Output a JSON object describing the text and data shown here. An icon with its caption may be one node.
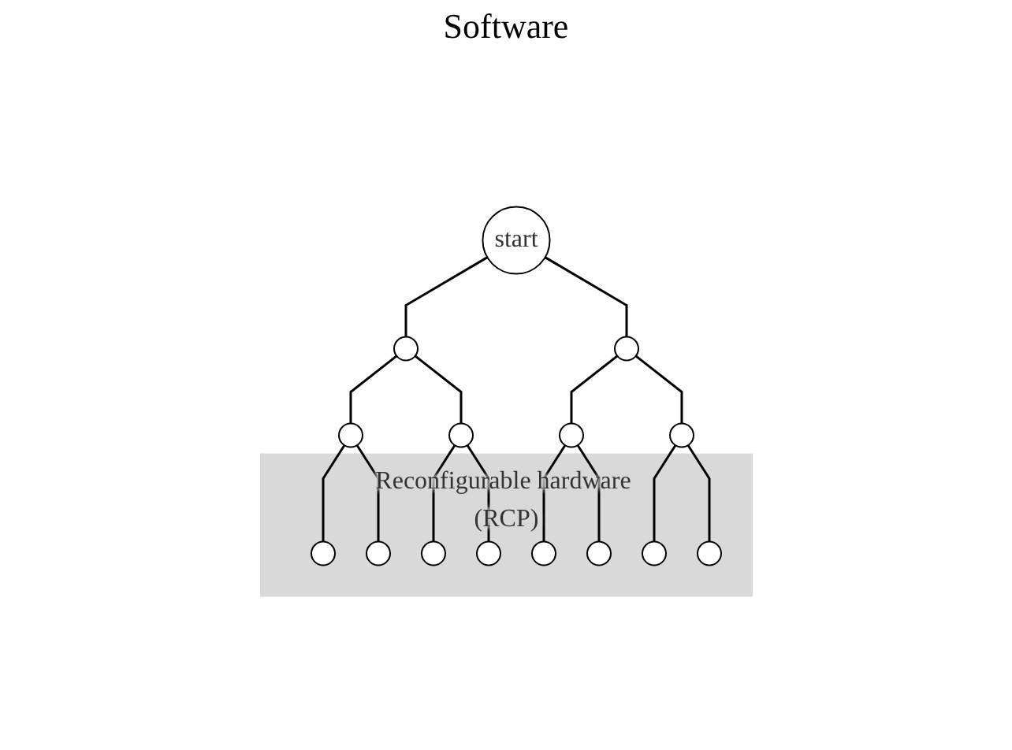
{
  "diagram": {
    "nodes": [
      {
        "text": [
          "start"
        ]
      },
      {
        "text": [],
        "shape": "circle"
      },
      {
        "text": [],
        "shape": "circle"
      },
      {
        "text": [],
        "shape": "circle"
      },
      {
        "text": [],
        "shape": "circle"
      },
      {
        "text": [],
        "shape": "circle"
      },
      {
        "text": [],
        "shape": "circle"
      },
      {
        "text": [
          "Reconfigurable hardware (RCP)"
        ]
      },
      {
        "text": [],
        "shape": "circle",
        "in": 7
      },
      {
        "text": [],
        "shape": "circle",
        "in": 7
      },
      {
        "text": [],
        "shape": "circle",
        "in": 7
      },
      {
        "text": [],
        "shape": "circle",
        "in": 7
      },
      {
        "text": [],
        "shape": "circle",
        "in": 7
      },
      {
        "text": [],
        "shape": "circle",
        "in": 7
      },
      {
        "text": [],
        "shape": "circle",
        "in": 7
      },
      {
        "text": [],
        "shape": "circle",
        "in": 7
      }
    ],
    "edges": [
      {
        "from": 0,
        "to": 1,
        "arrow": "none"
      },
      {
        "from": 0,
        "to": 2,
        "arrow": "none"
      },
      {
        "from": 1,
        "to": 3,
        "arrow": "none"
      },
      {
        "from": 1,
        "to": 4,
        "arrow": "none"
      },
      {
        "from": 2,
        "to": 5,
        "arrow": "none"
      },
      {
        "from": 2,
        "to": 6,
        "arrow": "none"
      },
      {
        "from": 3,
        "to": 8,
        "arrow": "none"
      },
      {
        "from": 3,
        "to": 9,
        "arrow": "none"
      },
      {
        "from": 4,
        "to": 10,
        "arrow": "none"
      },
      {
        "from": 4,
        "to": 11,
        "arrow": "none"
      },
      {
        "from": 5,
        "to": 12,
        "arrow": "none"
      },
      {
        "from": 5,
        "to": 13,
        "arrow": "none"
      },
      {
        "from": 6,
        "to": 14,
        "arrow": "none"
      },
      {
        "from": 6,
        "to": 15,
        "arrow": "none"
      }
    ],
    "labels": [
      "Software"
    ]
  }
}
